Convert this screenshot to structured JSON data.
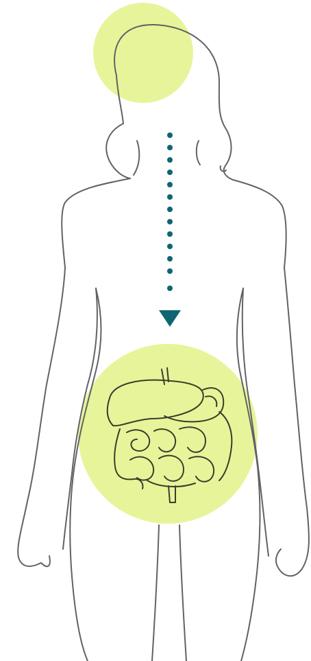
{
  "figure": {
    "colors": {
      "highlight": "#e8f49a",
      "outline": "#5f6266",
      "arrow": "#0f6570",
      "background": "#ffffff"
    },
    "regions": [
      {
        "name": "head-highlight",
        "shape": "circle"
      },
      {
        "name": "abdomen-highlight",
        "shape": "circle"
      }
    ],
    "arrow": {
      "style": "dotted",
      "direction": "down",
      "dot_count": 13
    },
    "icons": [
      "body-silhouette",
      "digestive-system-icon",
      "dotted-arrow-icon"
    ]
  }
}
